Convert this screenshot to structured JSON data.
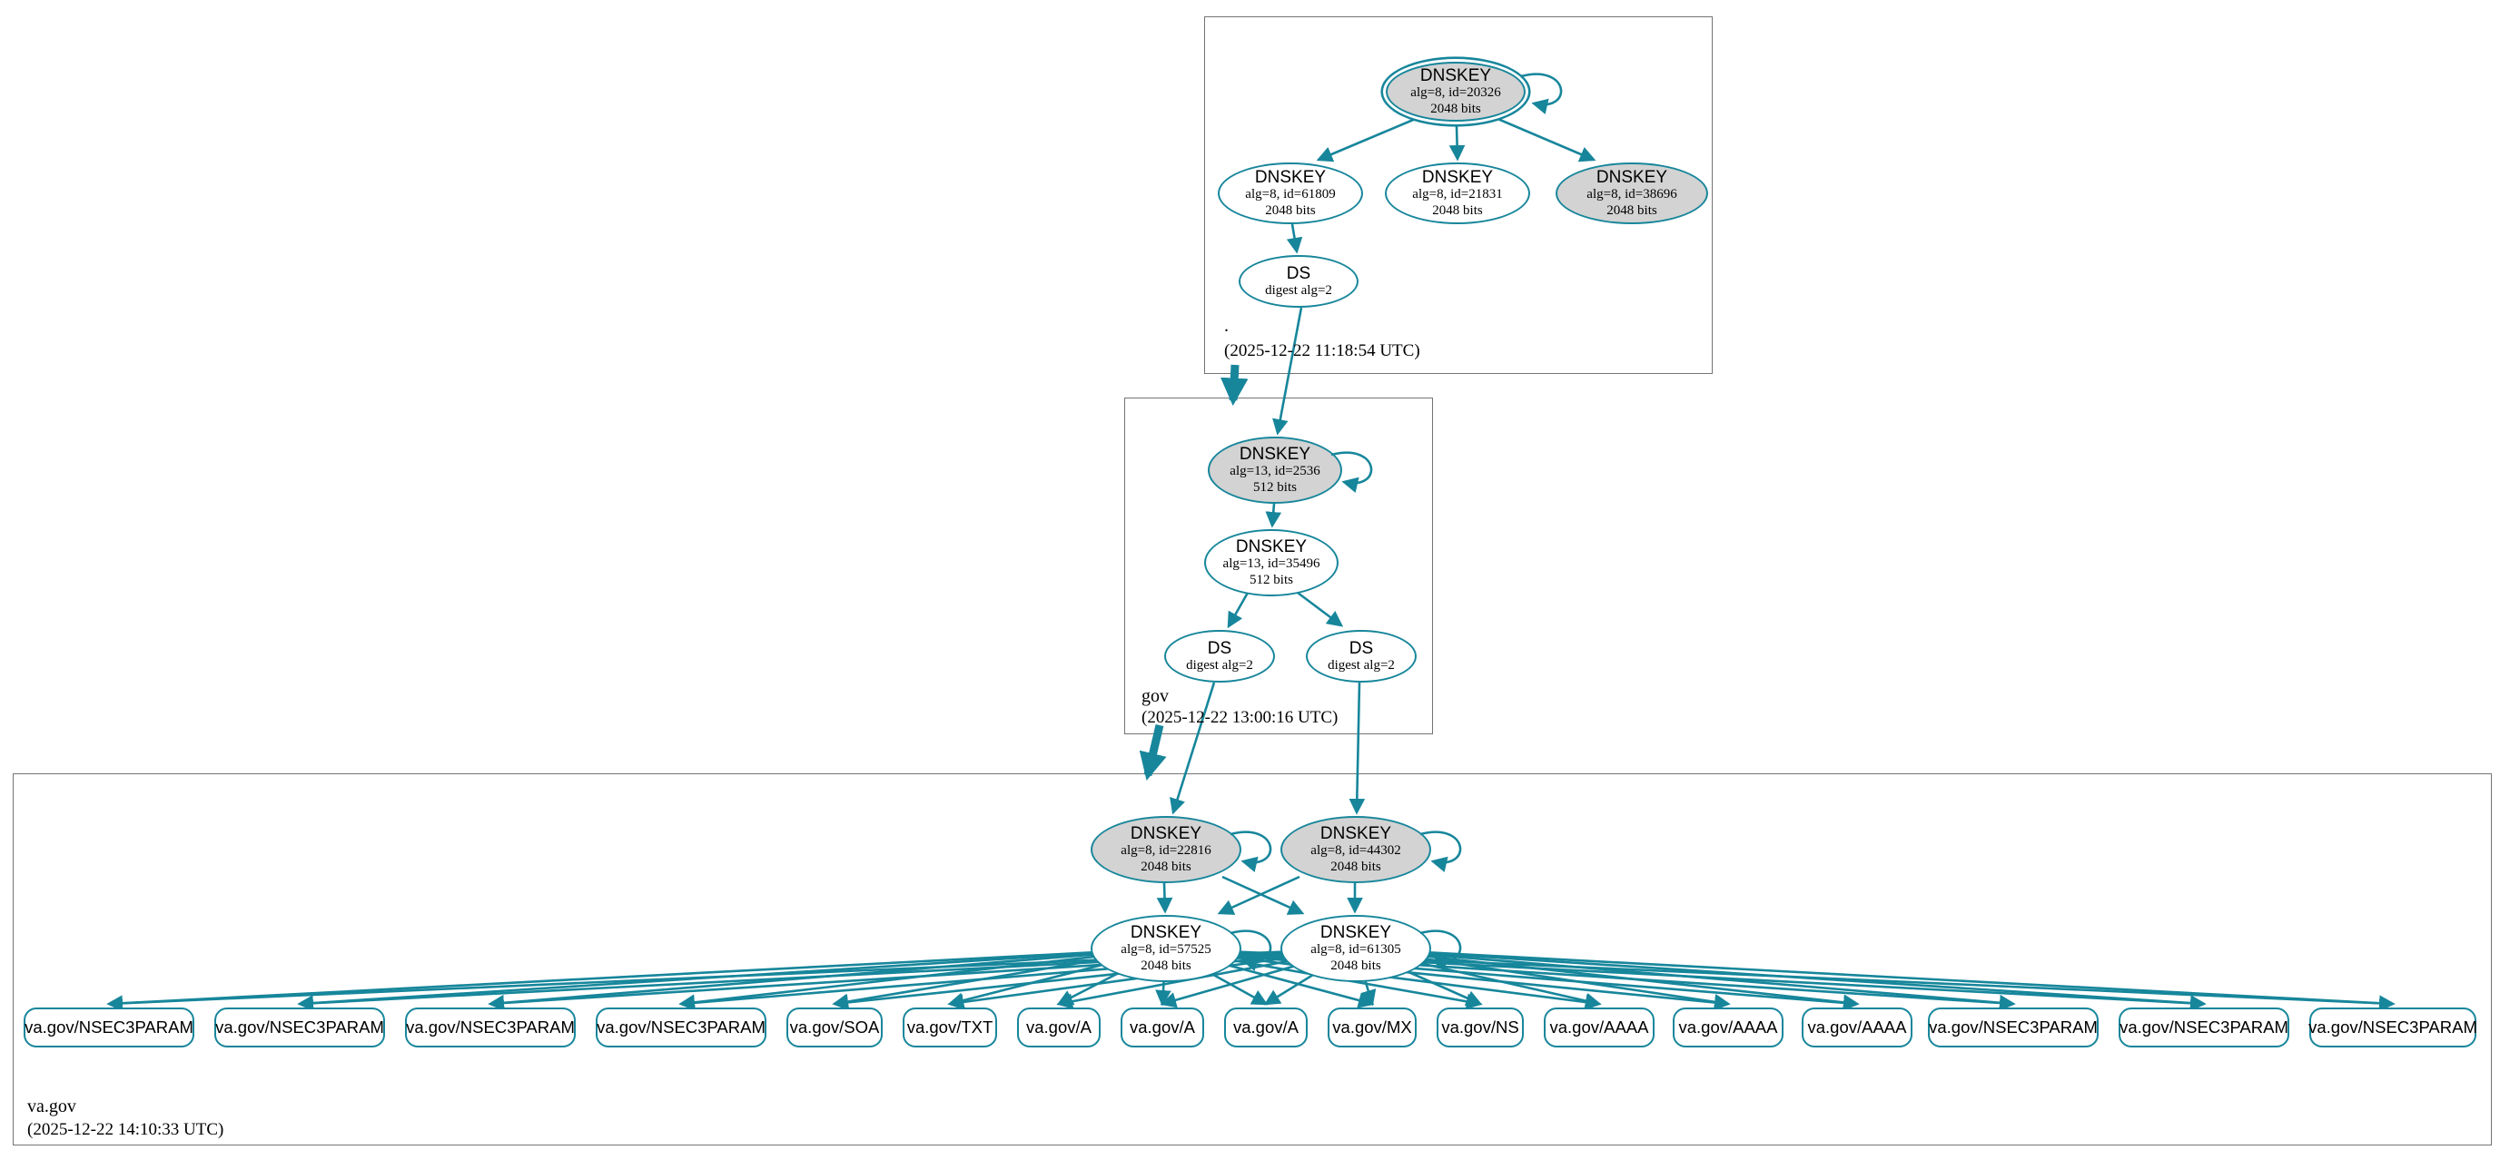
{
  "colors": {
    "edge": "#17869b",
    "ksk_fill": "#d3d3d3",
    "node_fill": "#ffffff",
    "zone_border": "#747474",
    "text": "#000000"
  },
  "zones": [
    {
      "label": ".",
      "timestamp": "(2025-12-22 11:18:54 UTC)",
      "nodes": [
        {
          "id": "root-ksk-20326",
          "rrtype": "DNSKEY",
          "detail1": "alg=8, id=20326",
          "detail2": "2048 bits"
        },
        {
          "id": "root-dnskey-61809",
          "rrtype": "DNSKEY",
          "detail1": "alg=8, id=61809",
          "detail2": "2048 bits"
        },
        {
          "id": "root-dnskey-21831",
          "rrtype": "DNSKEY",
          "detail1": "alg=8, id=21831",
          "detail2": "2048 bits"
        },
        {
          "id": "root-dnskey-38696",
          "rrtype": "DNSKEY",
          "detail1": "alg=8, id=38696",
          "detail2": "2048 bits"
        },
        {
          "id": "root-ds",
          "rrtype": "DS",
          "detail1": "digest alg=2",
          "detail2": ""
        }
      ]
    },
    {
      "label": "gov",
      "timestamp": "(2025-12-22 13:00:16 UTC)",
      "nodes": [
        {
          "id": "gov-ksk-2536",
          "rrtype": "DNSKEY",
          "detail1": "alg=13, id=2536",
          "detail2": "512 bits"
        },
        {
          "id": "gov-dnskey-35496",
          "rrtype": "DNSKEY",
          "detail1": "alg=13, id=35496",
          "detail2": "512 bits"
        },
        {
          "id": "gov-ds-1",
          "rrtype": "DS",
          "detail1": "digest alg=2",
          "detail2": ""
        },
        {
          "id": "gov-ds-2",
          "rrtype": "DS",
          "detail1": "digest alg=2",
          "detail2": ""
        }
      ]
    },
    {
      "label": "va.gov",
      "timestamp": "(2025-12-22 14:10:33 UTC)",
      "nodes": [
        {
          "id": "vagov-ksk-22816",
          "rrtype": "DNSKEY",
          "detail1": "alg=8, id=22816",
          "detail2": "2048 bits"
        },
        {
          "id": "vagov-ksk-44302",
          "rrtype": "DNSKEY",
          "detail1": "alg=8, id=44302",
          "detail2": "2048 bits"
        },
        {
          "id": "vagov-zsk-57525",
          "rrtype": "DNSKEY",
          "detail1": "alg=8, id=57525",
          "detail2": "2048 bits"
        },
        {
          "id": "vagov-zsk-61305",
          "rrtype": "DNSKEY",
          "detail1": "alg=8, id=61305",
          "detail2": "2048 bits"
        }
      ],
      "records": [
        {
          "label": "va.gov/NSEC3PARAM"
        },
        {
          "label": "va.gov/NSEC3PARAM"
        },
        {
          "label": "va.gov/NSEC3PARAM"
        },
        {
          "label": "va.gov/NSEC3PARAM"
        },
        {
          "label": "va.gov/SOA"
        },
        {
          "label": "va.gov/TXT"
        },
        {
          "label": "va.gov/A"
        },
        {
          "label": "va.gov/A"
        },
        {
          "label": "va.gov/A"
        },
        {
          "label": "va.gov/MX"
        },
        {
          "label": "va.gov/NS"
        },
        {
          "label": "va.gov/AAAA"
        },
        {
          "label": "va.gov/AAAA"
        },
        {
          "label": "va.gov/AAAA"
        },
        {
          "label": "va.gov/NSEC3PARAM"
        },
        {
          "label": "va.gov/NSEC3PARAM"
        },
        {
          "label": "va.gov/NSEC3PARAM"
        }
      ]
    }
  ],
  "edges": [
    {
      "from": "root-ksk-20326",
      "to": "root-dnskey-61809"
    },
    {
      "from": "root-ksk-20326",
      "to": "root-dnskey-21831"
    },
    {
      "from": "root-ksk-20326",
      "to": "root-dnskey-38696"
    },
    {
      "from": "root-dnskey-61809",
      "to": "root-ds"
    },
    {
      "from": "root-ds",
      "to": "gov-ksk-2536"
    },
    {
      "from": "gov-ksk-2536",
      "to": "gov-dnskey-35496"
    },
    {
      "from": "gov-dnskey-35496",
      "to": "gov-ds-1"
    },
    {
      "from": "gov-dnskey-35496",
      "to": "gov-ds-2"
    },
    {
      "from": "gov-ds-1",
      "to": "vagov-ksk-22816"
    },
    {
      "from": "gov-ds-2",
      "to": "vagov-ksk-44302"
    },
    {
      "from": "vagov-ksk-22816",
      "to": "vagov-zsk-57525"
    },
    {
      "from": "vagov-ksk-22816",
      "to": "vagov-zsk-61305"
    },
    {
      "from": "vagov-ksk-44302",
      "to": "vagov-zsk-61305"
    },
    {
      "from": "vagov-ksk-44302",
      "to": "vagov-zsk-57525"
    }
  ],
  "self_loops": [
    "root-ksk-20326",
    "gov-ksk-2536",
    "vagov-ksk-22816",
    "vagov-ksk-44302",
    "vagov-zsk-57525",
    "vagov-zsk-61305"
  ],
  "zone_delegations": [
    {
      "from": ".",
      "to": "gov"
    },
    {
      "from": "gov",
      "to": "va.gov"
    }
  ],
  "record_signers": [
    "vagov-zsk-57525",
    "vagov-zsk-61305"
  ]
}
